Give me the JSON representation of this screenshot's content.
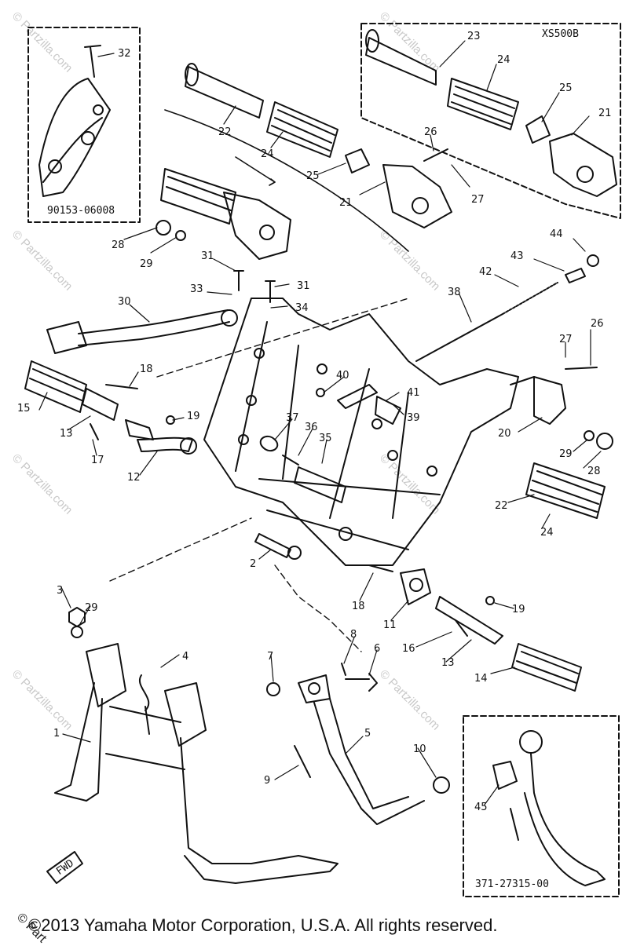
{
  "watermark": "© Partzilla.com",
  "footer": "©2013 Yamaha Motor Corporation, U.S.A. All rights reserved.",
  "footer_watermark": "© Part",
  "insets": {
    "screw_code": "90153-06008",
    "model_variant": "XS500B",
    "kick_pedal_code": "371-27315-00",
    "fwd_arrow": "FWD"
  },
  "callouts": [
    "32",
    "23",
    "24",
    "25",
    "21",
    "22",
    "24",
    "26",
    "25",
    "21",
    "27",
    "28",
    "29",
    "44",
    "43",
    "31",
    "42",
    "33",
    "31",
    "34",
    "30",
    "38",
    "26",
    "27",
    "18",
    "40",
    "41",
    "15",
    "13",
    "19",
    "39",
    "20",
    "29",
    "37",
    "36",
    "28",
    "17",
    "35",
    "12",
    "22",
    "24",
    "2",
    "3",
    "29",
    "18",
    "11",
    "19",
    "4",
    "8",
    "6",
    "16",
    "13",
    "7",
    "14",
    "1",
    "5",
    "10",
    "9",
    "45"
  ]
}
